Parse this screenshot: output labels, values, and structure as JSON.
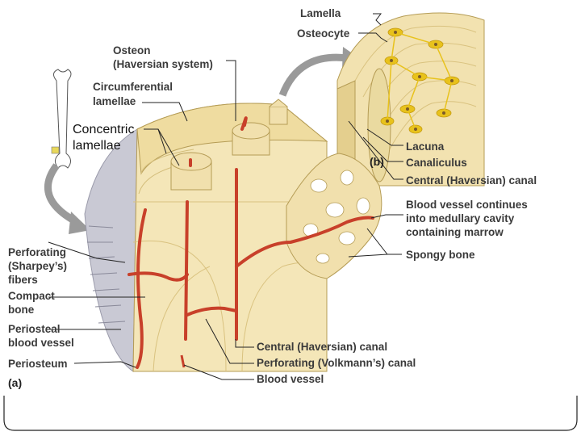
{
  "labels": {
    "lamella": "Lamella",
    "osteocyte": "Osteocyte",
    "osteon_line1": "Osteon",
    "osteon_line2": "(Haversian system)",
    "circumferential_line1": "Circumferential",
    "circumferential_line2": "lamellae",
    "concentric_line1": "Concentric",
    "concentric_line2": "lamellae",
    "lacuna": "Lacuna",
    "canaliculus": "Canaliculus",
    "central_canal_b": "Central (Haversian) canal",
    "blood_vessel_line1": "Blood vessel continues",
    "blood_vessel_line2": "into medullary cavity",
    "blood_vessel_line3": "containing marrow",
    "spongy_bone": "Spongy bone",
    "perforating_fibers_line1": "Perforating",
    "perforating_fibers_line2": "(Sharpey’s)",
    "perforating_fibers_line3": "fibers",
    "compact_line1": "Compact",
    "compact_line2": "bone",
    "periosteal_line1": "Periosteal",
    "periosteal_line2": "blood vessel",
    "periosteum": "Periosteum",
    "central_canal_a": "Central (Haversian) canal",
    "volkmann": "Perforating (Volkmann’s) canal",
    "blood_vessel": "Blood vessel"
  },
  "panels": {
    "a": "(a)",
    "b": "(b)"
  },
  "colors": {
    "bone": "#f4e6b8",
    "bone_dark": "#e2cf93",
    "vessel": "#c8402a",
    "osteocyte": "#e8c21c",
    "periosteum": "#c9c9d4"
  }
}
